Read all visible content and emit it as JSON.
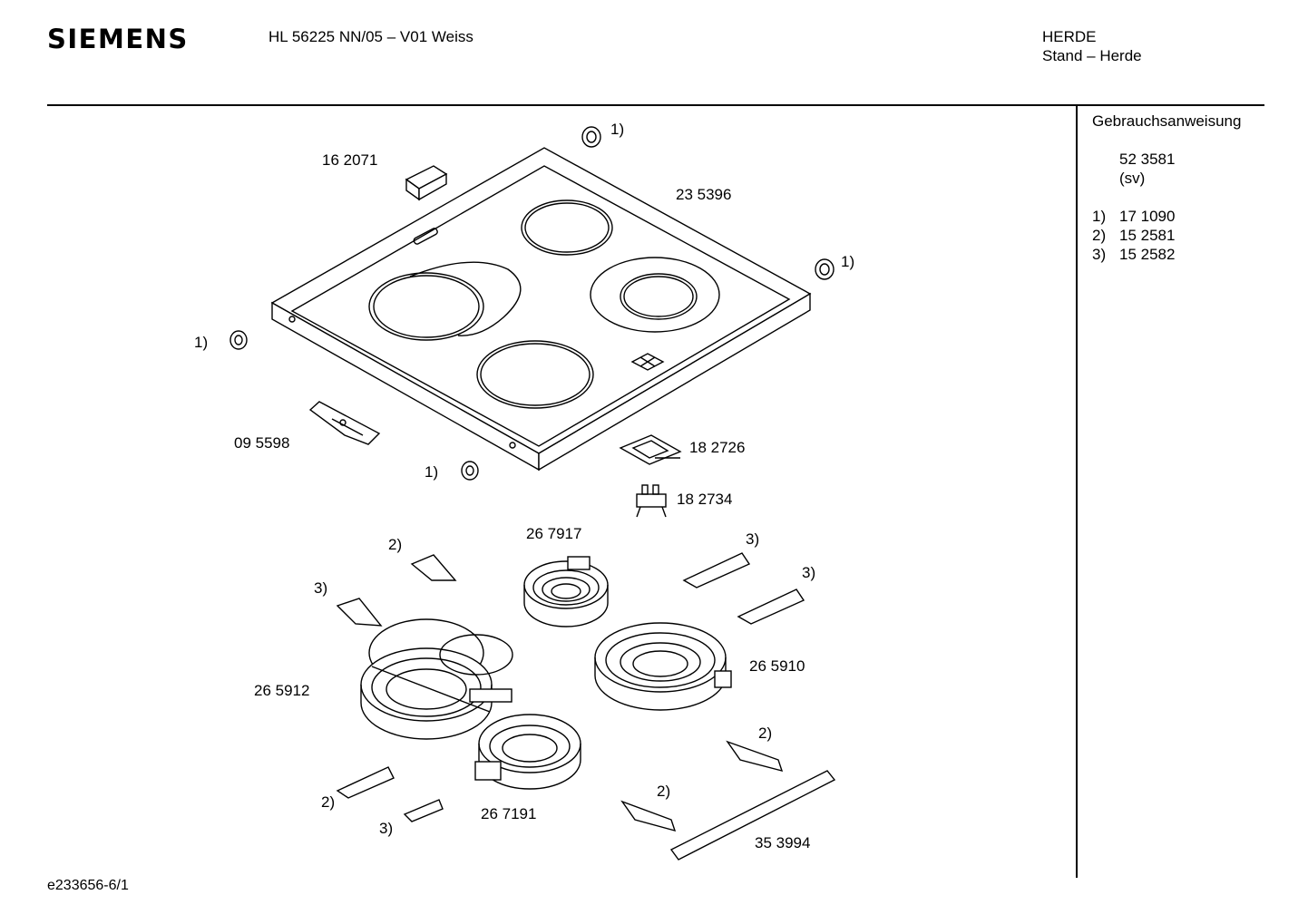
{
  "header": {
    "brand": "SIEMENS",
    "model": "HL 56225 NN/05 – V01 Weiss",
    "category": "HERDE",
    "subcategory": "Stand – Herde"
  },
  "sidebar": {
    "title": "Gebrauchsanweisung",
    "manual_number": "52 3581",
    "manual_lang": "(sv)",
    "notes": [
      {
        "key": "1)",
        "part": "17 1090"
      },
      {
        "key": "2)",
        "part": "15 2581"
      },
      {
        "key": "3)",
        "part": "15 2582"
      }
    ]
  },
  "parts": {
    "knob_cover": "16 2071",
    "glass_top": "23 5396",
    "bracket": "09 5598",
    "sensor_plate": "18 2726",
    "connector": "18 2734",
    "heater_small": "26 7917",
    "heater_dual": "26 5910",
    "heater_oval": "26 5912",
    "heater_front": "26 7191",
    "rail": "35 3994"
  },
  "callouts": {
    "one": "1)",
    "two": "2)",
    "three": "3)"
  },
  "footer": {
    "drawing_id": "e233656-6/1"
  }
}
